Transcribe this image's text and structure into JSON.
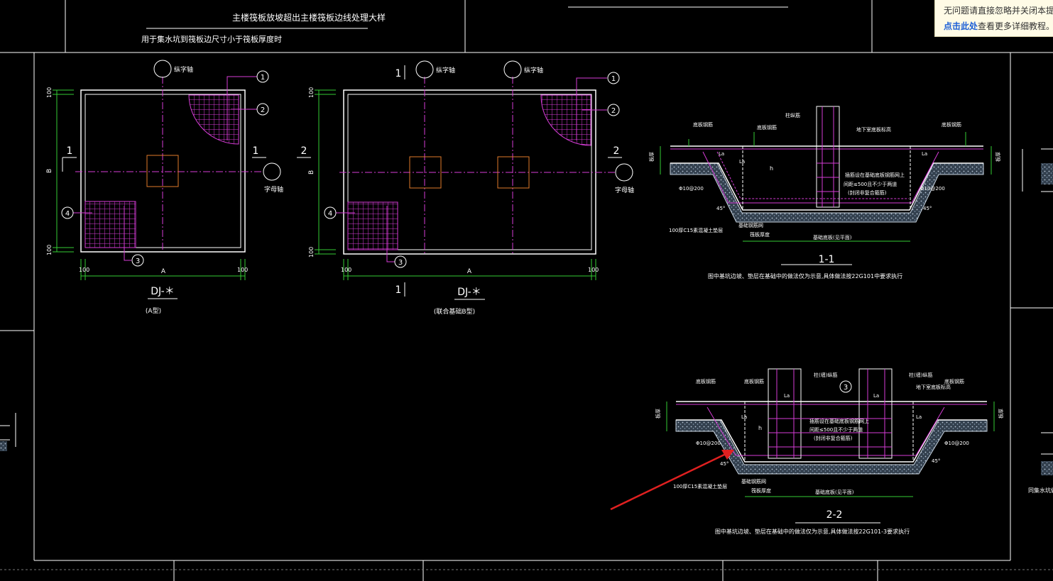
{
  "colors": {
    "background": "#000000",
    "frame": "#ffffff",
    "rebar": "#d63cd6",
    "axis": "#d63cd6",
    "dim": "#33cc33",
    "column": "#e07a2a",
    "concrete": "#8aa0b8",
    "arrow": "#e02020",
    "notice_bg": "#fffbe6",
    "notice_link": "#1b5fd6"
  },
  "header": {
    "title": "主楼筏板放坡超出主楼筏板边线处理大样",
    "subtitle": "用于集水坑到筏板边尺寸小于筏板厚度时"
  },
  "notice": {
    "line1": "无问题请直接忽略并关闭本提",
    "link": "点击此处",
    "line2_rest": "查看更多详细教程。"
  },
  "plan_a": {
    "axis_top": "纵字轴",
    "axis_right": "字母轴",
    "callouts": [
      "1",
      "2",
      "3",
      "4"
    ],
    "section_left": "1",
    "section_right": "1",
    "dim_b": "B",
    "dim_a": "A",
    "dim_100": "100",
    "name": "DJ-＊",
    "type": "(A型)"
  },
  "plan_b": {
    "axis_top_left": "纵字轴",
    "axis_top_right": "纵字轴",
    "axis_right": "字母轴",
    "callouts": [
      "1",
      "2",
      "3",
      "4"
    ],
    "section_left": "2",
    "section_right": "2",
    "section_top": "1",
    "section_bottom": "1",
    "dim_b": "B",
    "dim_a": "A",
    "dim_100": "100",
    "name": "DJ-＊",
    "type": "(联合基础B型)"
  },
  "section_1": {
    "title": "1-1",
    "note": "图中基坑边坡、垫层在基础中的做法仅为示意,具体做法按22G101中要求执行",
    "labels": {
      "slab_top": "底板钢筋",
      "column": "柱纵筋",
      "slab_top_mid": "底板钢筋",
      "basement": "地下室底板标高",
      "slab_top_right": "底板钢筋",
      "La": "La",
      "h": "h",
      "mid1": "插筋设在基础底板钢筋网上",
      "mid2": "间距≤500且不少于两道",
      "mid3": "(封闭非复合箍筋)",
      "rebar": "Φ10@200",
      "angle": "45°",
      "cushion": "100厚C15素混凝土垫层",
      "anchor": "基础钢筋网",
      "bottom": "基础底板(见平面)",
      "thick": "筏板厚度",
      "dim_v": "板厚"
    }
  },
  "section_2": {
    "title": "2-2",
    "note": "图中基坑边坡、垫层在基础中的做法仅为示意,具体做法按22G101-3要求执行",
    "labels": {
      "slab_top": "底板钢筋",
      "slab_top2": "底板钢筋",
      "column": "柱(墙)纵筋",
      "callout": "3",
      "column_right": "柱(墙)纵筋",
      "basement": "地下室底板标高",
      "slab_top_right": "底板钢筋",
      "La": "La",
      "h": "h",
      "mid1": "插筋设在基础底板钢筋网上",
      "mid2": "间距≤500且不少于两道",
      "mid3": "(封闭非复合箍筋)",
      "rebar": "Φ10@200",
      "angle": "45°",
      "cushion": "100厚C15素混凝土垫层",
      "anchor": "基础钢筋网",
      "bottom": "基础底板(见平面)",
      "thick": "筏板厚度",
      "dim_v": "板厚"
    }
  },
  "right_edge": {
    "label": "同集水坑做法"
  }
}
